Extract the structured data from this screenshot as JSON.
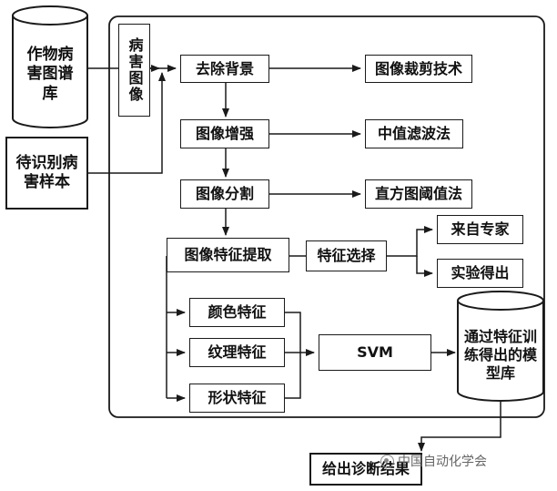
{
  "nodes": {
    "disease_lib": "作物病害图谱库",
    "sample": "待识别病害样本",
    "disease_image": "病害图像",
    "remove_bg": "去除背景",
    "crop_tech": "图像裁剪技术",
    "enhance": "图像增强",
    "median": "中值滤波法",
    "segment": "图像分割",
    "histogram": "直方图阈值法",
    "feature_extract": "图像特征提取",
    "feature_select": "特征选择",
    "expert": "来自专家",
    "experiment": "实验得出",
    "color": "颜色特征",
    "texture": "纹理特征",
    "shape": "形状特征",
    "svm": "SVM",
    "model_lib": "通过特征训练得出的模型库",
    "result": "给出诊断结果"
  },
  "watermark": "中国自动化学会",
  "colors": {
    "line": "#1a1a1a"
  }
}
